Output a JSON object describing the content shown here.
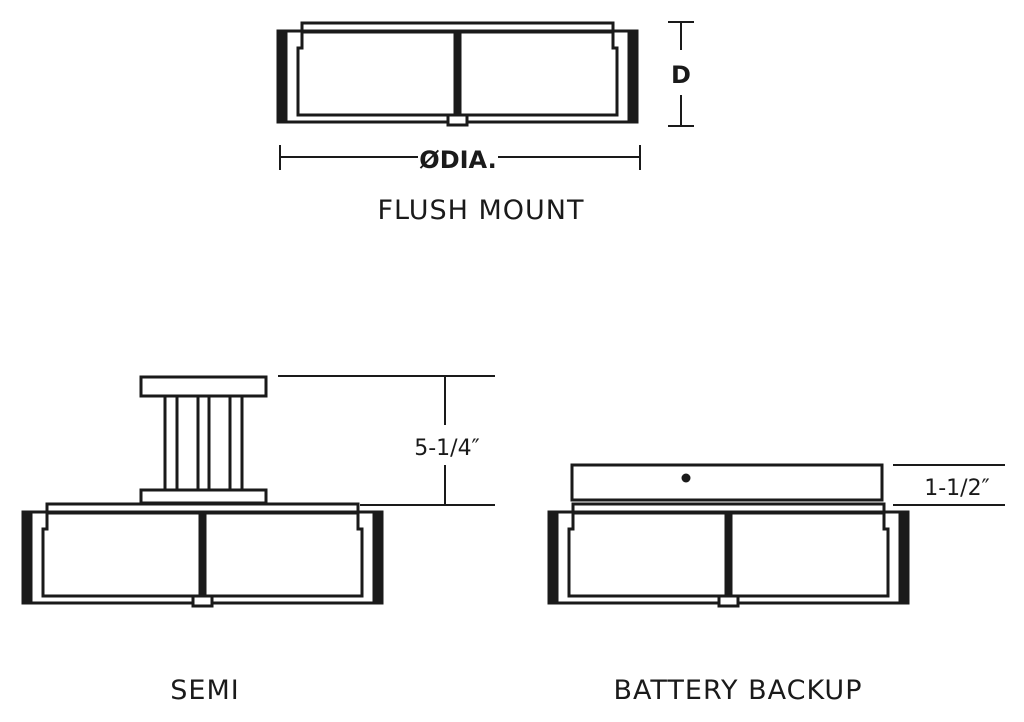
{
  "views": {
    "flush_mount": {
      "label": "FLUSH MOUNT",
      "dia_label": "ØDIA.",
      "depth_label": "D"
    },
    "semi": {
      "label": "SEMI",
      "height_label": "5-1/4″"
    },
    "battery_backup": {
      "label": "BATTERY BACKUP",
      "height_label": "1-1/2″"
    }
  },
  "colors": {
    "line": "#1a1a1a",
    "background": "#ffffff"
  }
}
